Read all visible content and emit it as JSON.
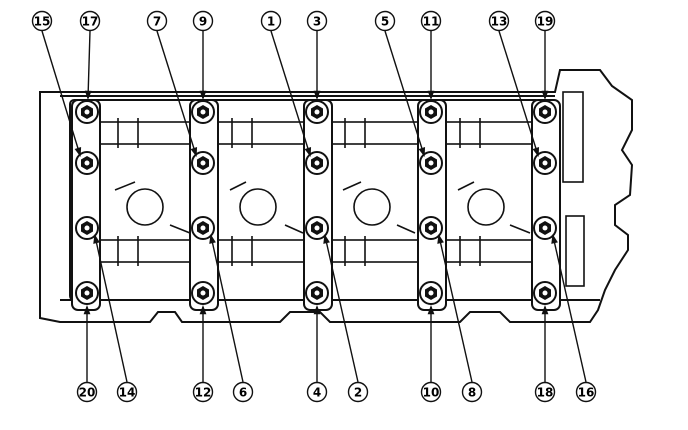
{
  "diagram": {
    "subject": "cylinder-head-camshaft-holder-bolts",
    "callouts_top": [
      "15",
      "17",
      "7",
      "9",
      "1",
      "3",
      "5",
      "11",
      "13",
      "19"
    ],
    "callouts_bottom": [
      "20",
      "14",
      "12",
      "6",
      "4",
      "2",
      "10",
      "8",
      "18",
      "16"
    ],
    "colors": {
      "ink": "#111111",
      "paper": "#ffffff"
    }
  }
}
